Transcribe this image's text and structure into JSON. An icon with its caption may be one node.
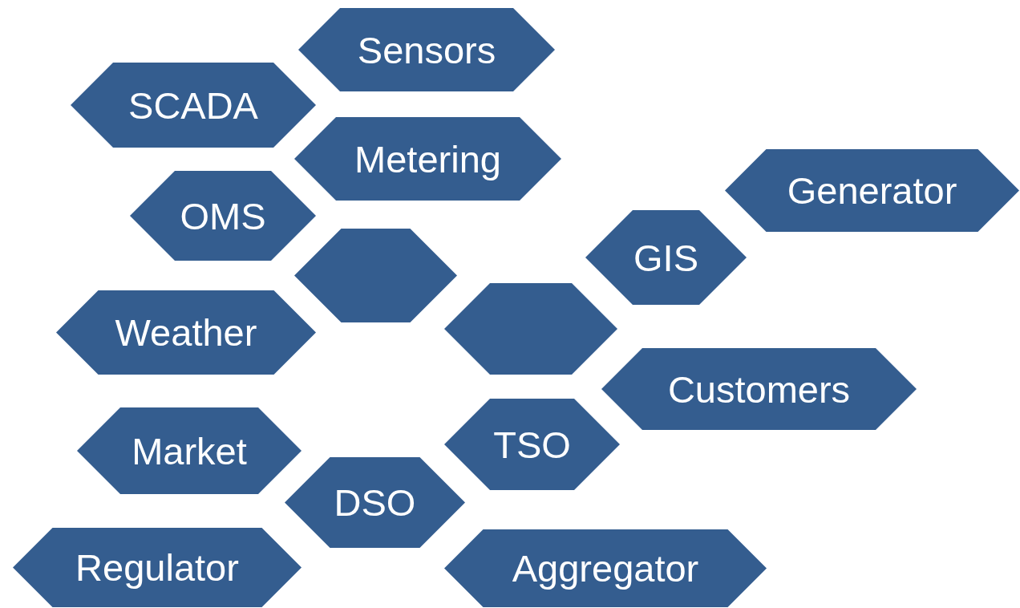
{
  "diagram": {
    "nodes": [
      {
        "text": [
          "Sensors"
        ]
      },
      {
        "text": [
          "SCADA"
        ]
      },
      {
        "text": [
          "Metering"
        ]
      },
      {
        "text": [
          "Generator"
        ]
      },
      {
        "text": [
          "OMS"
        ]
      },
      {
        "text": [
          "GIS"
        ]
      },
      {
        "text": [],
        "shape": "hexagon"
      },
      {
        "text": [
          "Weather"
        ]
      },
      {
        "text": [],
        "shape": "hexagon"
      },
      {
        "text": [
          "Customers"
        ]
      },
      {
        "text": [
          "TSO"
        ]
      },
      {
        "text": [
          "Market"
        ]
      },
      {
        "text": [
          "DSO"
        ]
      },
      {
        "text": [
          "Regulator"
        ]
      },
      {
        "text": [
          "Aggregator"
        ]
      }
    ]
  }
}
